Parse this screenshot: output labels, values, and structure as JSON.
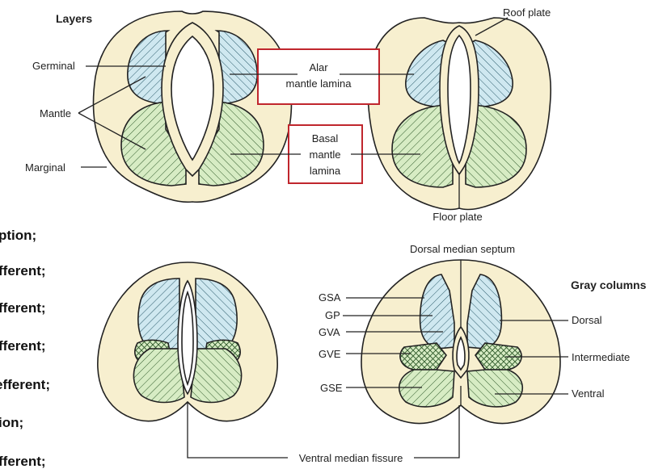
{
  "colors": {
    "background": "#ffffff",
    "tissue": "#f7efcf",
    "alar": "#cfe8f0",
    "basal": "#d7ecc4",
    "highlight_box": "#c0262d",
    "outline": "#222222"
  },
  "top_labels": {
    "layers_title": "Layers",
    "germinal": "Germinal",
    "mantle": "Mantle",
    "marginal": "Marginal",
    "alar_line1": "Alar",
    "alar_line2": "mantle lamina",
    "basal_line1": "Basal",
    "basal_line2": "mantle",
    "basal_line3": "lamina",
    "roof_plate": "Roof plate",
    "floor_plate": "Floor plate"
  },
  "bottom_labels": {
    "dorsal_median_septum": "Dorsal median septum",
    "gsa": "GSA",
    "gp": "GP",
    "gva": "GVA",
    "gve": "GVE",
    "gse": "GSE",
    "gray_columns": "Gray columns",
    "dorsal": "Dorsal",
    "intermediate": "Intermediate",
    "ventral": "Ventral",
    "ventral_median_fissure": "Ventral median fissure"
  },
  "left_text": [
    "ption;",
    "fferent;",
    "fferent;",
    "fferent;",
    "efferent;",
    "ion;",
    "fferent;"
  ]
}
